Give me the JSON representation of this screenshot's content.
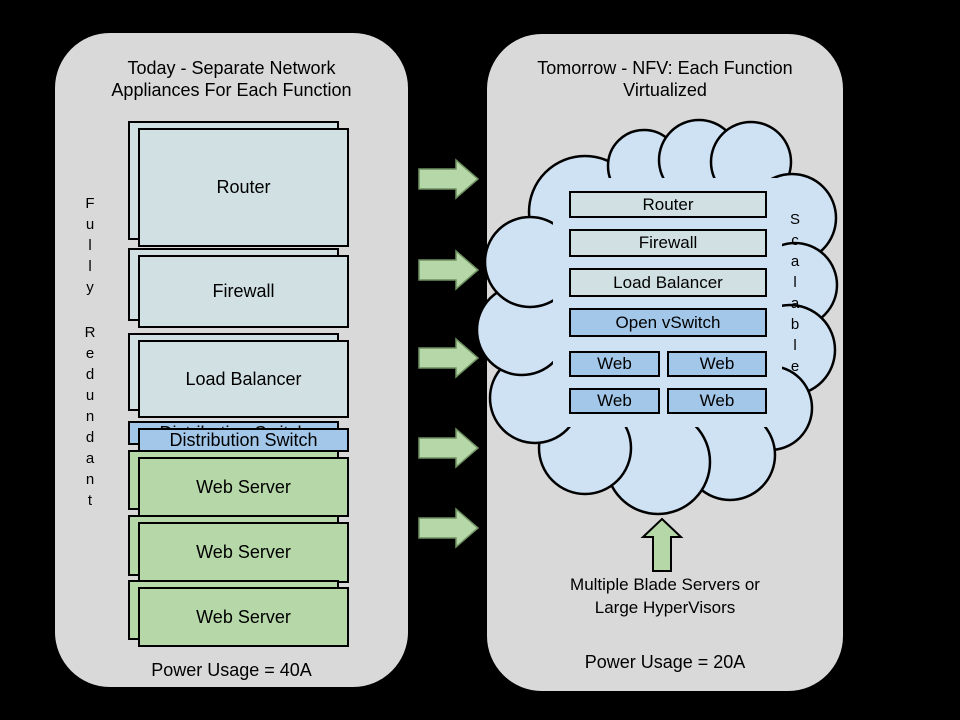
{
  "colors": {
    "background": "#000000",
    "panel_fill": "#d9d9d9",
    "appliance_fill": "#d0e0e3",
    "network_fill": "#a2c7e9",
    "server_fill": "#b6d7a8",
    "cloud_fill": "#cfe2f3",
    "outline": "#000000",
    "arrow_outline": "#6f9160"
  },
  "left_panel": {
    "title_line1": "Today - Separate Network",
    "title_line2": "Appliances For Each Function",
    "vertical_label": "Fully Redundant",
    "vertical_word1": "F\nu\nl\nl\ny",
    "vertical_word2": "R\ne\nd\nu\nn\nd\na\nn\nt",
    "appliances": [
      {
        "label": "Router"
      },
      {
        "label": "Firewall"
      },
      {
        "label": "Load Balancer"
      },
      {
        "label": "Distribution Switch"
      },
      {
        "label": "Web Server"
      },
      {
        "label": "Web Server"
      },
      {
        "label": "Web Server"
      }
    ],
    "power_usage": "Power Usage = 40A"
  },
  "right_panel": {
    "title_line1": "Tomorrow - NFV: Each Function",
    "title_line2": "Virtualized",
    "vertical_label": "Scalable",
    "vertical_word": "S\nc\na\nl\na\nb\nl\ne",
    "vnf_boxes": [
      {
        "label": "Router"
      },
      {
        "label": "Firewall"
      },
      {
        "label": "Load Balancer"
      },
      {
        "label": "Open vSwitch"
      }
    ],
    "web_vms": [
      {
        "label": "Web"
      },
      {
        "label": "Web"
      },
      {
        "label": "Web"
      },
      {
        "label": "Web"
      }
    ],
    "caption_line1": "Multiple Blade Servers or",
    "caption_line2": "Large HyperVisors",
    "power_usage": "Power Usage = 20A"
  }
}
